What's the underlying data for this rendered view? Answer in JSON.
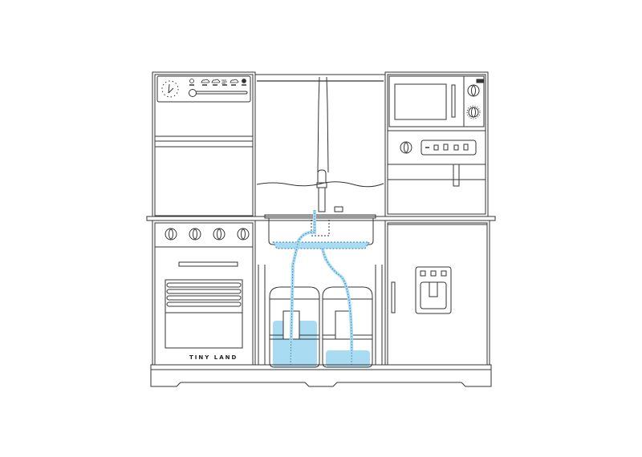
{
  "diagram": {
    "title": "Play kitchen line drawing with water tank circulation",
    "brand_label": "TINY LAND",
    "colors": {
      "line": "#333333",
      "water": "#a9dcf3",
      "water_dots": "#3a7fa8",
      "background": "#ffffff"
    },
    "components": {
      "upper_left_cabinet": {
        "label": "Oven control panel with clock dial, mode icons and slider",
        "mode_icons": [
          "sun-icon",
          "cloud-icon",
          "rain-cloud-icon",
          "wind-icon",
          "storm-cloud-icon",
          "gear-icon"
        ]
      },
      "stove_knobs": {
        "count": 4
      },
      "oven_door": {
        "rack_count": 4
      },
      "sink": {
        "label": "Sink with faucet"
      },
      "water_tanks": [
        {
          "name": "left-tank",
          "fill_level": "high"
        },
        {
          "name": "right-tank",
          "fill_level": "low"
        }
      ],
      "microwave": {
        "knob_count": 2
      },
      "coffee_panel": {
        "cup_icons": 4
      },
      "fridge": {
        "dispenser_buttons": 3
      }
    }
  }
}
